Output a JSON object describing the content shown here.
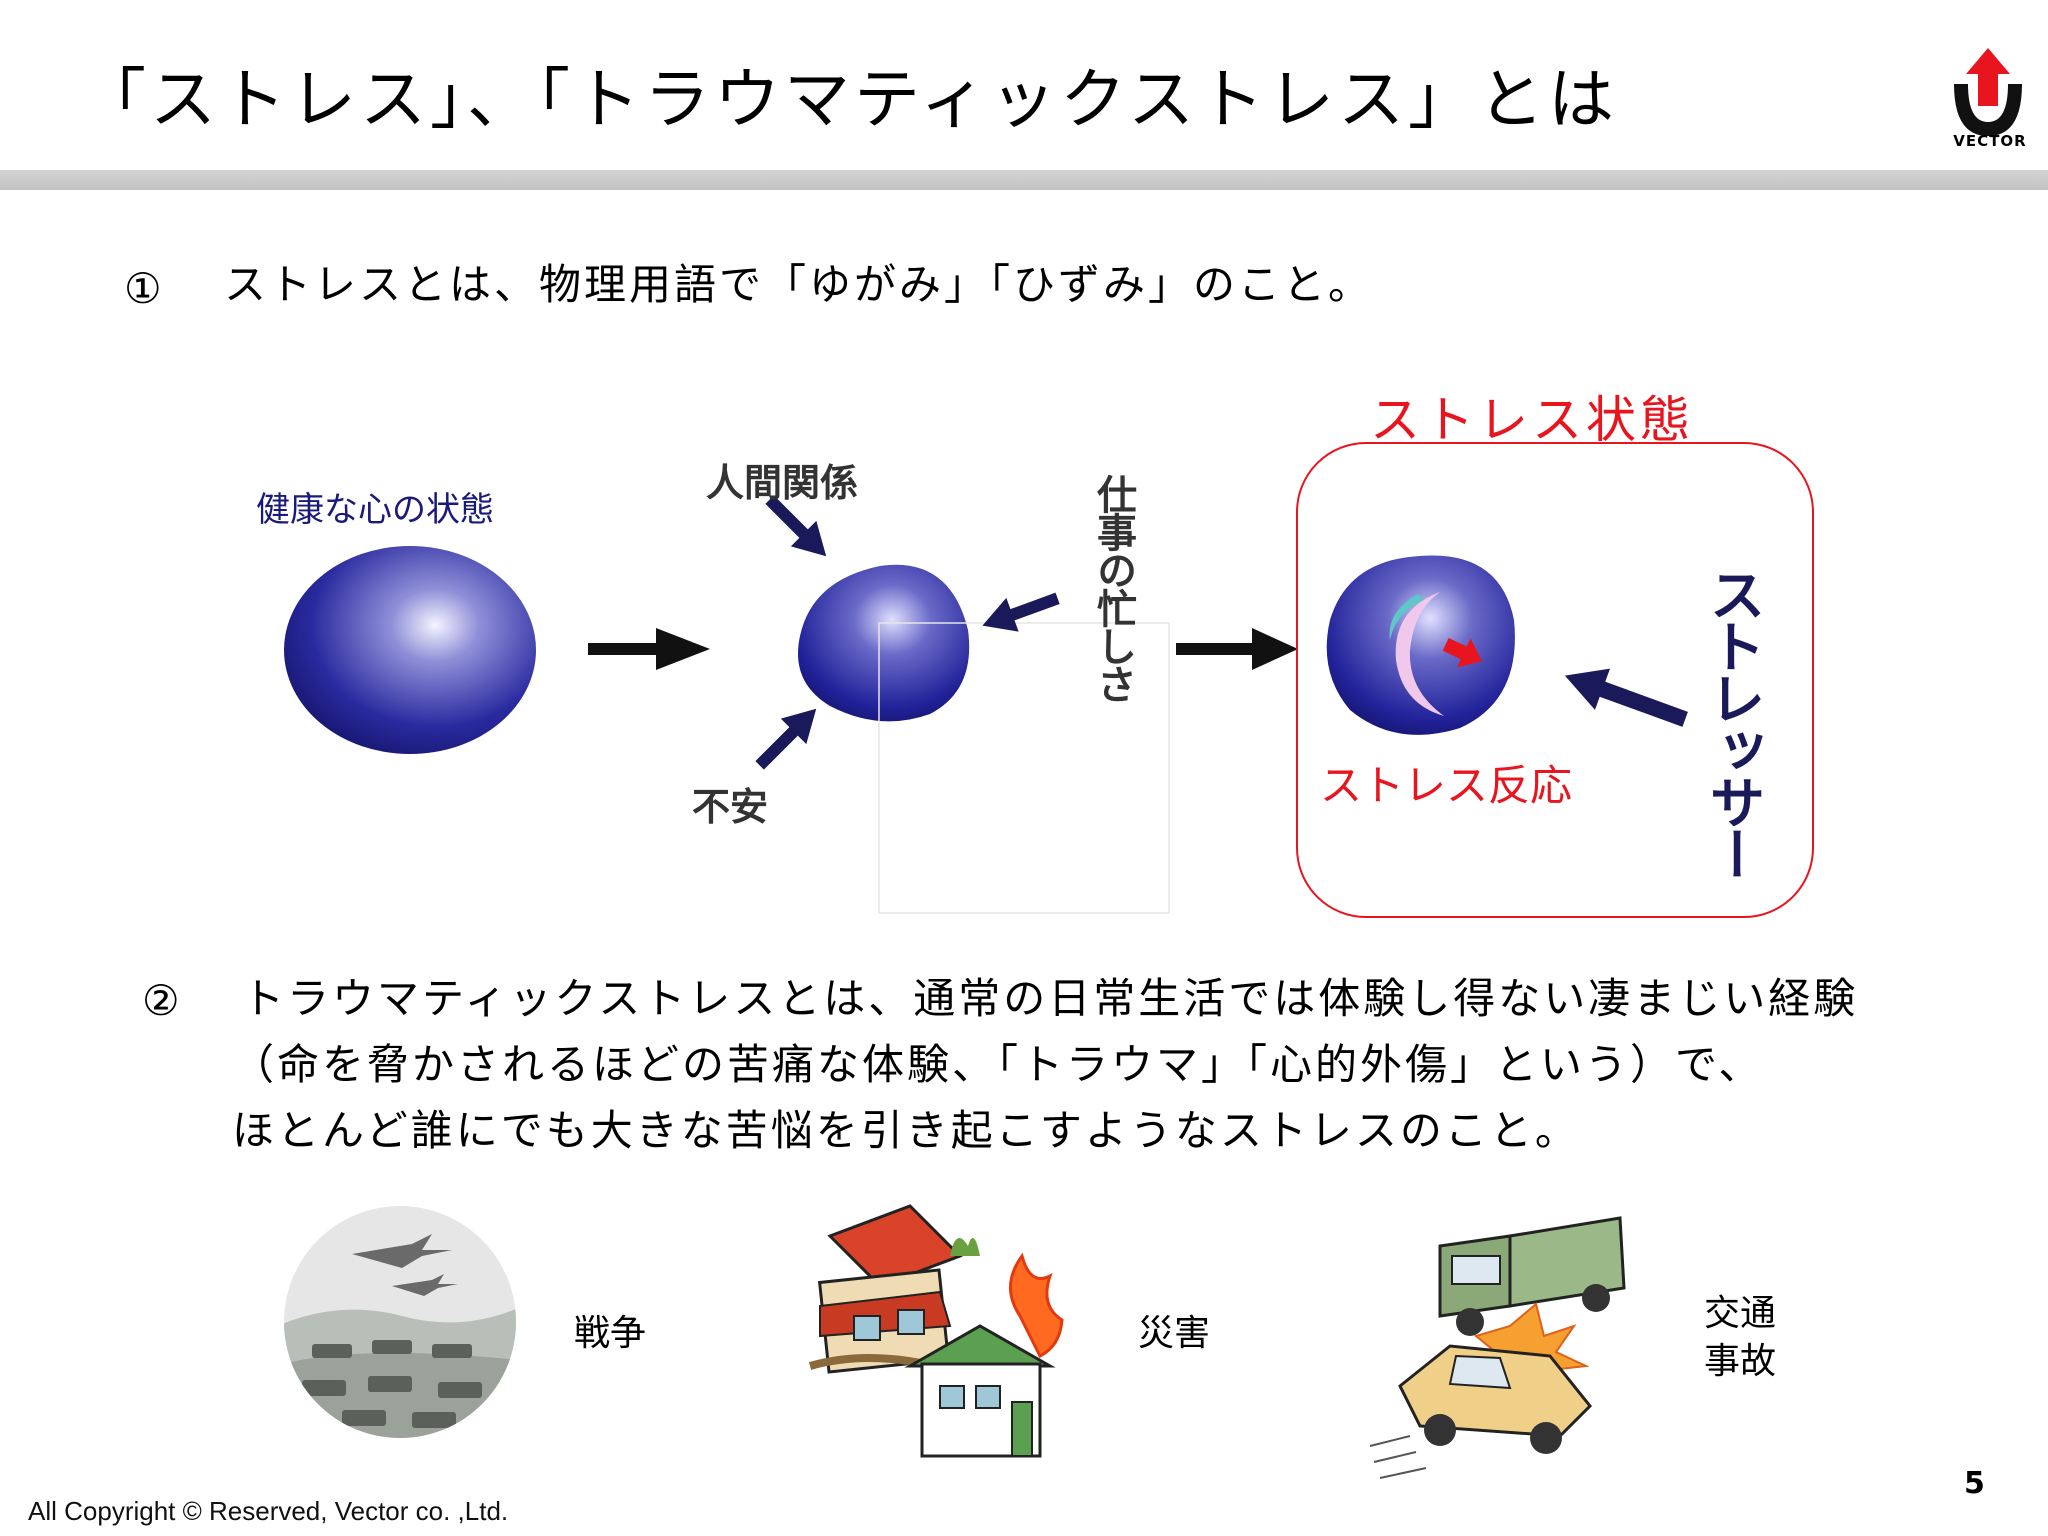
{
  "header": {
    "title": "「ストレス」、「トラウマティックストレス」とは",
    "logo_text": "VECTOR"
  },
  "section1": {
    "number": "①",
    "text": "ストレスとは、物理用語で「ゆがみ」「ひずみ」のこと。"
  },
  "diagram": {
    "healthy_label": "健康な心の状態",
    "human_relations": "人間関係",
    "anxiety": "不安",
    "busy_work": "仕事の忙しさ",
    "stress_state_title": "ストレス状態",
    "stress_response": "ストレス反応",
    "stressor": "ストレッサー"
  },
  "section2": {
    "number": "②",
    "lines": [
      "トラウマティックストレスとは、通常の日常生活では体験し得ない凄まじい経験",
      "（命を脅かされるほどの苦痛な体験、「トラウマ」「心的外傷」という）で、",
      "ほとんど誰にでも大きな苦悩を引き起こすようなストレスのこと。"
    ]
  },
  "examples": {
    "war": "戦争",
    "disaster": "災害",
    "traffic_line1": "交通",
    "traffic_line2": "事故"
  },
  "footer": {
    "copyright": "All Copyright © Reserved, Vector co. ,Ltd.",
    "page_number": "5"
  },
  "colors": {
    "accent_red": "#e8141e",
    "navy_text": "#1a1a7a",
    "sphere_blue": "#2a2aa0"
  }
}
